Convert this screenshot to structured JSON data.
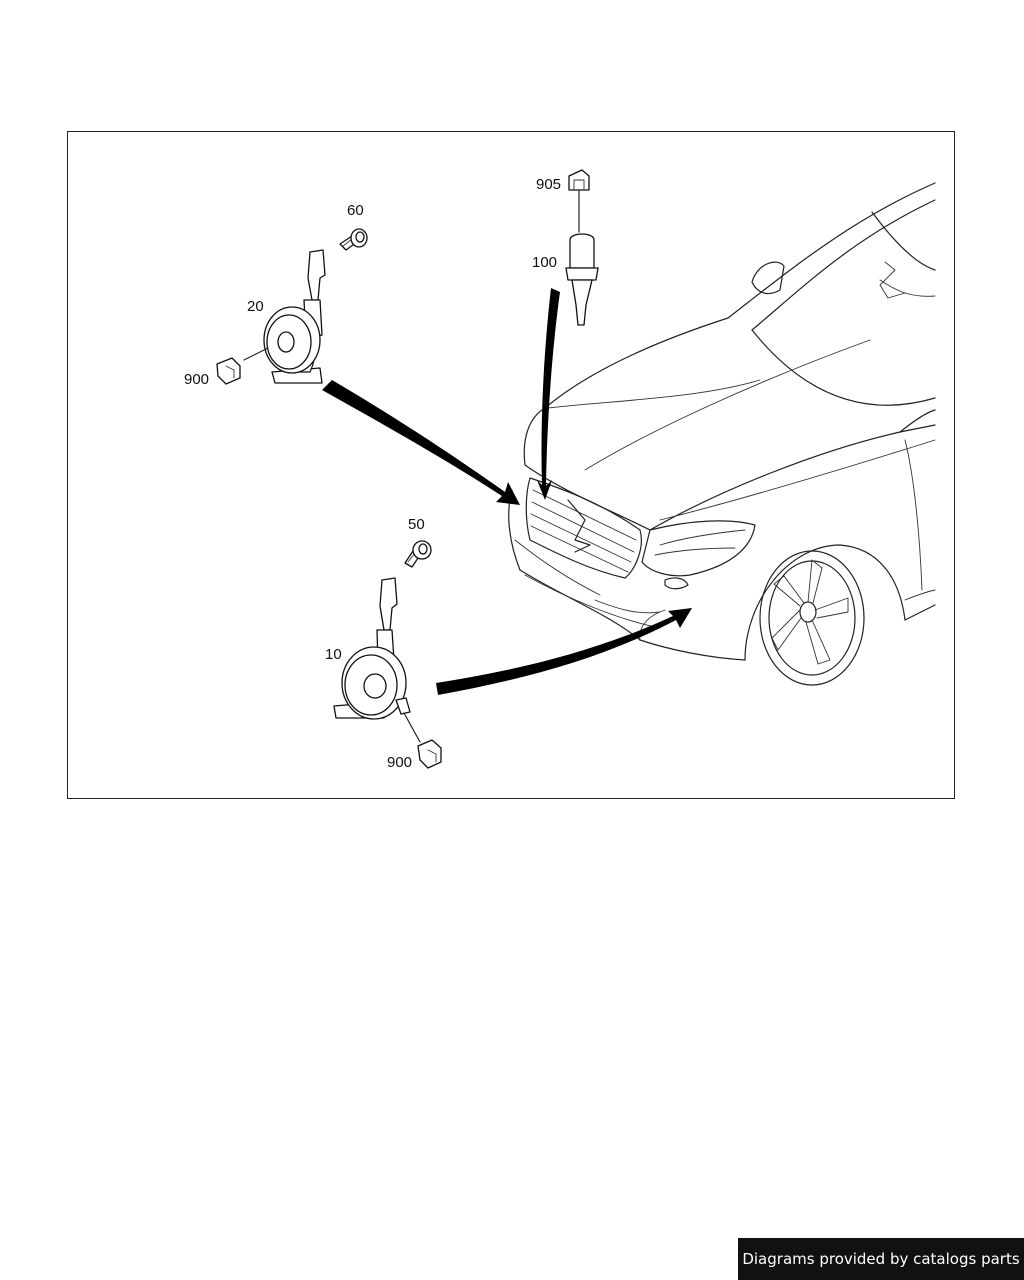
{
  "callouts": {
    "c905": "905",
    "c100": "100",
    "c60": "60",
    "c20": "20",
    "c900_top": "900",
    "c50": "50",
    "c10": "10",
    "c900_bottom": "900"
  },
  "footer": {
    "credit": "Diagrams provided by catalogs parts"
  },
  "colors": {
    "line": "#222222",
    "background": "#ffffff",
    "credit_bg": "#111111",
    "credit_text": "#ffffff"
  }
}
